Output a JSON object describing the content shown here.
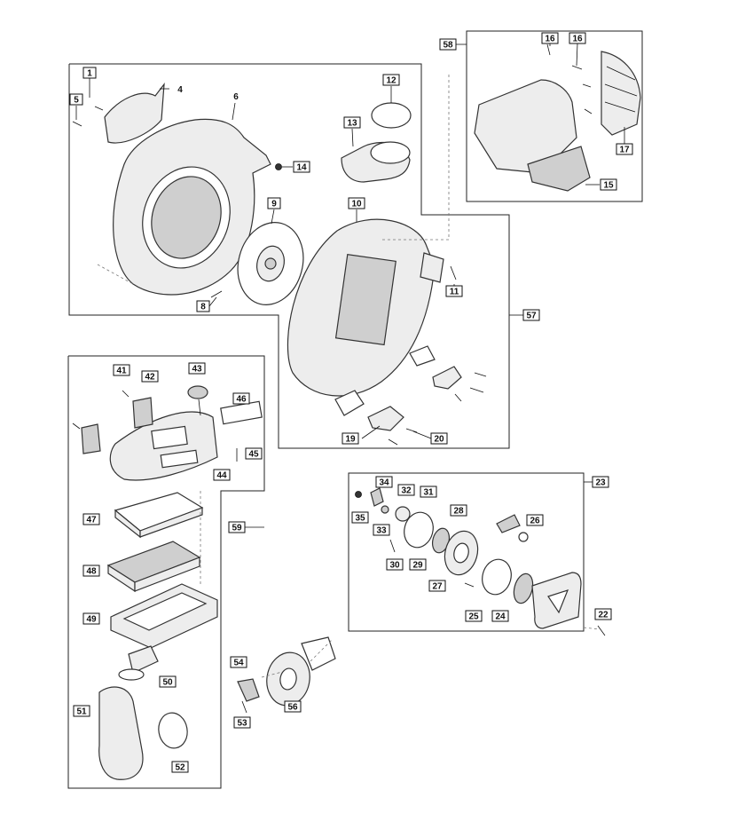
{
  "labels": [
    {
      "id": "l1",
      "text": "1"
    },
    {
      "id": "l4",
      "text": "4"
    },
    {
      "id": "l5",
      "text": "5"
    },
    {
      "id": "l6",
      "text": "6"
    },
    {
      "id": "l8",
      "text": "8"
    },
    {
      "id": "l9",
      "text": "9"
    },
    {
      "id": "l10",
      "text": "10"
    },
    {
      "id": "l11",
      "text": "11"
    },
    {
      "id": "l12",
      "text": "12"
    },
    {
      "id": "l13",
      "text": "13"
    },
    {
      "id": "l14",
      "text": "14"
    },
    {
      "id": "l15",
      "text": "15"
    },
    {
      "id": "l16a",
      "text": "16"
    },
    {
      "id": "l16b",
      "text": "16"
    },
    {
      "id": "l17",
      "text": "17"
    },
    {
      "id": "l19",
      "text": "19"
    },
    {
      "id": "l20",
      "text": "20"
    },
    {
      "id": "l22",
      "text": "22"
    },
    {
      "id": "l23",
      "text": "23"
    },
    {
      "id": "l24",
      "text": "24"
    },
    {
      "id": "l25",
      "text": "25"
    },
    {
      "id": "l26",
      "text": "26"
    },
    {
      "id": "l27",
      "text": "27"
    },
    {
      "id": "l28",
      "text": "28"
    },
    {
      "id": "l29",
      "text": "29"
    },
    {
      "id": "l30",
      "text": "30"
    },
    {
      "id": "l31",
      "text": "31"
    },
    {
      "id": "l32",
      "text": "32"
    },
    {
      "id": "l33",
      "text": "33"
    },
    {
      "id": "l34",
      "text": "34"
    },
    {
      "id": "l35",
      "text": "35"
    },
    {
      "id": "l41",
      "text": "41"
    },
    {
      "id": "l42",
      "text": "42"
    },
    {
      "id": "l43",
      "text": "43"
    },
    {
      "id": "l44",
      "text": "44"
    },
    {
      "id": "l45",
      "text": "45"
    },
    {
      "id": "l46",
      "text": "46"
    },
    {
      "id": "l47",
      "text": "47"
    },
    {
      "id": "l48",
      "text": "48"
    },
    {
      "id": "l49",
      "text": "49"
    },
    {
      "id": "l50",
      "text": "50"
    },
    {
      "id": "l51",
      "text": "51"
    },
    {
      "id": "l52",
      "text": "52"
    },
    {
      "id": "l53",
      "text": "53"
    },
    {
      "id": "l54",
      "text": "54"
    },
    {
      "id": "l56",
      "text": "56"
    },
    {
      "id": "l57",
      "text": "57"
    },
    {
      "id": "l58",
      "text": "58"
    },
    {
      "id": "l59",
      "text": "59"
    }
  ]
}
